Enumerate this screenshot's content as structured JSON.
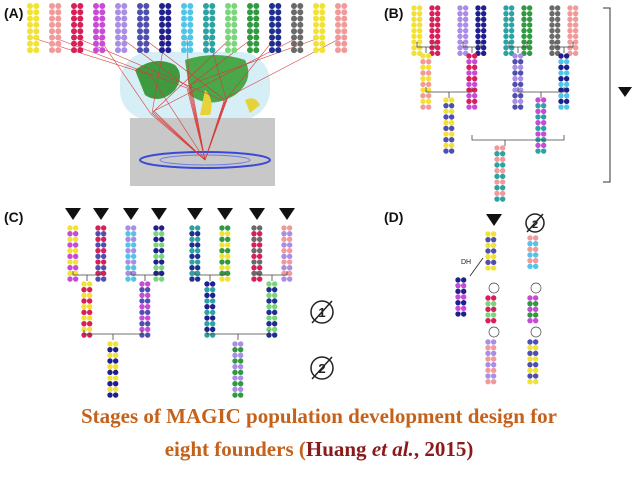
{
  "panels": {
    "a": "(A)",
    "b": "(B)",
    "c": "(C)",
    "d": "(D)"
  },
  "dh_label": "DH",
  "circle_numbers": {
    "one": "1",
    "two": "2"
  },
  "caption": {
    "line1": "Stages of MAGIC population development design for",
    "line2_pre": "eight founders (",
    "line2_author": "Huang ",
    "line2_etal": "et al.",
    "line2_post": ", 2015)"
  },
  "founder_colors": [
    "#f2e233",
    "#f29a9a",
    "#d91f5a",
    "#c84ad6",
    "#a98de6",
    "#4f4fb0",
    "#1f1f8f",
    "#4fc6e8",
    "#2ba3a3",
    "#7ad67a",
    "#2f9a3f",
    "#1f2f8f",
    "#6a6a6a"
  ]
}
